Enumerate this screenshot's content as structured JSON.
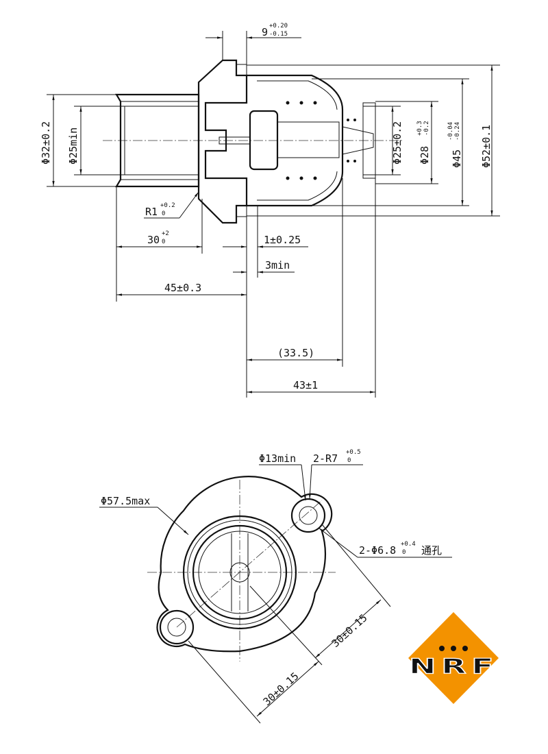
{
  "side_view": {
    "dim_flange_thickness": {
      "base": "9",
      "upper": "+0.20",
      "lower": "-0.15"
    },
    "dim_inlet_outer": "Φ32±0.2",
    "dim_inlet_inner": "Φ25min",
    "dim_pin_diameter": "Φ25±0.2",
    "dim_seal_diameter": {
      "base": "Φ28",
      "upper": "+0.3",
      "lower": "-0.2"
    },
    "dim_body_diameter": {
      "base": "Φ45",
      "upper": "-0.04",
      "lower": "-0.24"
    },
    "dim_outer_diameter": "Φ52±0.1",
    "dim_radius": {
      "base": "R1",
      "upper": "+0.2",
      "lower": "0"
    },
    "dim_inlet_length": {
      "base": "30",
      "upper": "+2",
      "lower": "0"
    },
    "dim_gap": "1±0.25",
    "dim_3min": "3min",
    "dim_total_inlet": "45±0.3",
    "dim_ref": "(33.5)",
    "dim_total_body": "43±1"
  },
  "front_view": {
    "dim_hole_min": "Φ13min",
    "dim_ear_radius": {
      "base": "2-R7",
      "upper": "+0.5",
      "lower": "0"
    },
    "dim_flange_max": "Φ57.5max",
    "dim_holes": {
      "base": "2-Φ6.8",
      "upper": "+0.4",
      "lower": "0",
      "suffix": "通孔"
    },
    "dim_offset_a": "30±0.15",
    "dim_offset_b": "30±0.15"
  },
  "logo": {
    "text": "NRF",
    "color": "#F39200"
  }
}
